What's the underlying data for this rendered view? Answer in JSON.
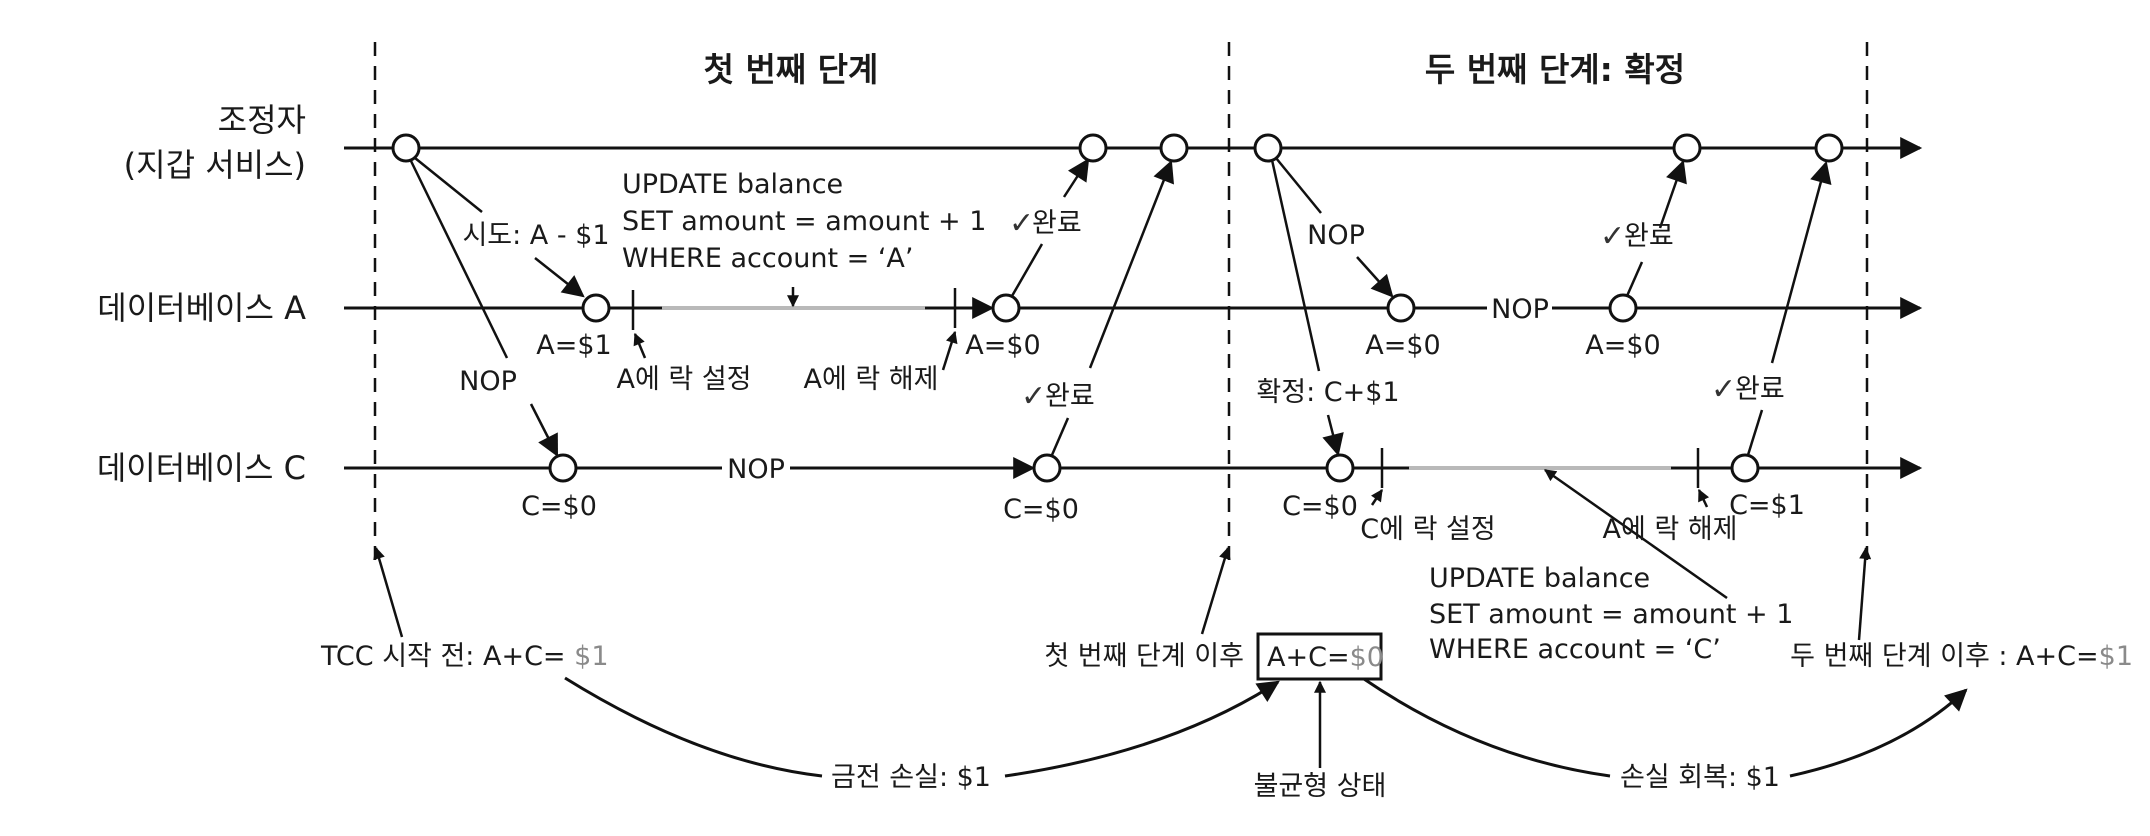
{
  "phases": {
    "first": "첫 번째 단계",
    "second": "두 번째 단계: 확정"
  },
  "lanes": {
    "coordinator_line1": "조정자",
    "coordinator_line2": "(지갑 서비스)",
    "db_a": "데이터베이스 A",
    "db_c": "데이터베이스 C"
  },
  "phase1": {
    "try_label": "시도: A - $1",
    "nop_label": "NOP",
    "a_value_after_try": "A=$1",
    "c_value": "C=$0",
    "lock_a_set": "A에 락 설정",
    "lock_a_release": "A에 락 해제",
    "c_nop": "NOP",
    "a_value_after": "A=$0",
    "c_value_after": "C=$0",
    "done_a": "완료",
    "done_c": "완료",
    "sql": [
      "UPDATE balance",
      "SET amount = amount + 1",
      "WHERE account = ‘A’"
    ]
  },
  "phase2": {
    "nop_label": "NOP",
    "confirm_label": "확정: C+$1",
    "a_value": "A=$0",
    "a_nop": "NOP",
    "a_value_after": "A=$0",
    "c_value": "C=$0",
    "lock_c_set": "C에 락 설정",
    "lock_release": "A에 락 해제",
    "c_value_after": "C=$1",
    "done_a": "완료",
    "done_c": "완료",
    "sql": [
      "UPDATE balance",
      "SET amount = amount + 1",
      "WHERE account = ‘C’"
    ]
  },
  "states": {
    "before_prefix": "TCC 시작 전: A+C= ",
    "before_value": "$1",
    "after_first_prefix": "첫 번째 단계 이후",
    "after_first_box_prefix": "A+C=",
    "after_first_box_value": "$0",
    "after_second_prefix": "두 번째 단계 이후 : A+C=",
    "after_second_value": "$1",
    "loss": "금전 손실: $1",
    "imbalance": "불균형 상태",
    "recovery": "손실 회복: $1"
  },
  "icons": {
    "check": "✓"
  },
  "colors": {
    "line": "#111111",
    "lock_span": "#b9b9b9",
    "muted_value": "#8a8a8a"
  }
}
